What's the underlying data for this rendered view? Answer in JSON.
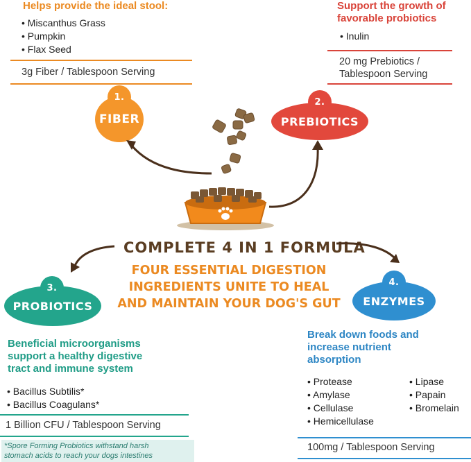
{
  "fiber": {
    "heading": "Helps provide the ideal stool:",
    "items": [
      "Miscanthus Grass",
      "Pumpkin",
      "Flax Seed"
    ],
    "serving": "3g Fiber / Tablespoon Serving",
    "badge_number": "1.",
    "badge_label": "FIBER",
    "color": "#eb8a22"
  },
  "prebiotics": {
    "heading_line1": "Support the growth of",
    "heading_line2": "favorable probiotics",
    "items": [
      "Inulin"
    ],
    "serving_line1": "20 mg Prebiotics /",
    "serving_line2": "Tablespoon Serving",
    "badge_number": "2.",
    "badge_label": "PREBIOTICS",
    "color": "#e2483c"
  },
  "center": {
    "title": "COMPLETE 4 IN 1 FORMULA",
    "subtitle_line1": "FOUR ESSENTIAL DIGESTION",
    "subtitle_line2": "INGREDIENTS UNITE TO HEAL",
    "subtitle_line3": "AND MAINTAIN YOUR DOG'S GUT"
  },
  "probiotics": {
    "heading_line1": "Beneficial microorganisms",
    "heading_line2": "support a healthy digestive",
    "heading_line3": "tract and immune system",
    "items": [
      "Bacillus Subtilis*",
      "Bacillus Coagulans*"
    ],
    "serving": "1 Billion CFU / Tablespoon Serving",
    "footnote_line1": "*Spore Forming Probiotics withstand harsh",
    "footnote_line2": "stomach acids to reach your dogs intestines",
    "badge_number": "3.",
    "badge_label": "PROBIOTICS",
    "color": "#23a58c"
  },
  "enzymes": {
    "heading_line1": "Break down foods and",
    "heading_line2": "increase nutrient",
    "heading_line3": "absorption",
    "items_col1": [
      "Protease",
      "Amylase",
      "Cellulase",
      "Hemicellulase"
    ],
    "items_col2": [
      "Lipase",
      "Papain",
      "Bromelain"
    ],
    "serving": "100mg / Tablespoon Serving",
    "badge_number": "4.",
    "badge_label": "ENZYMES",
    "color": "#2f8fd0"
  }
}
